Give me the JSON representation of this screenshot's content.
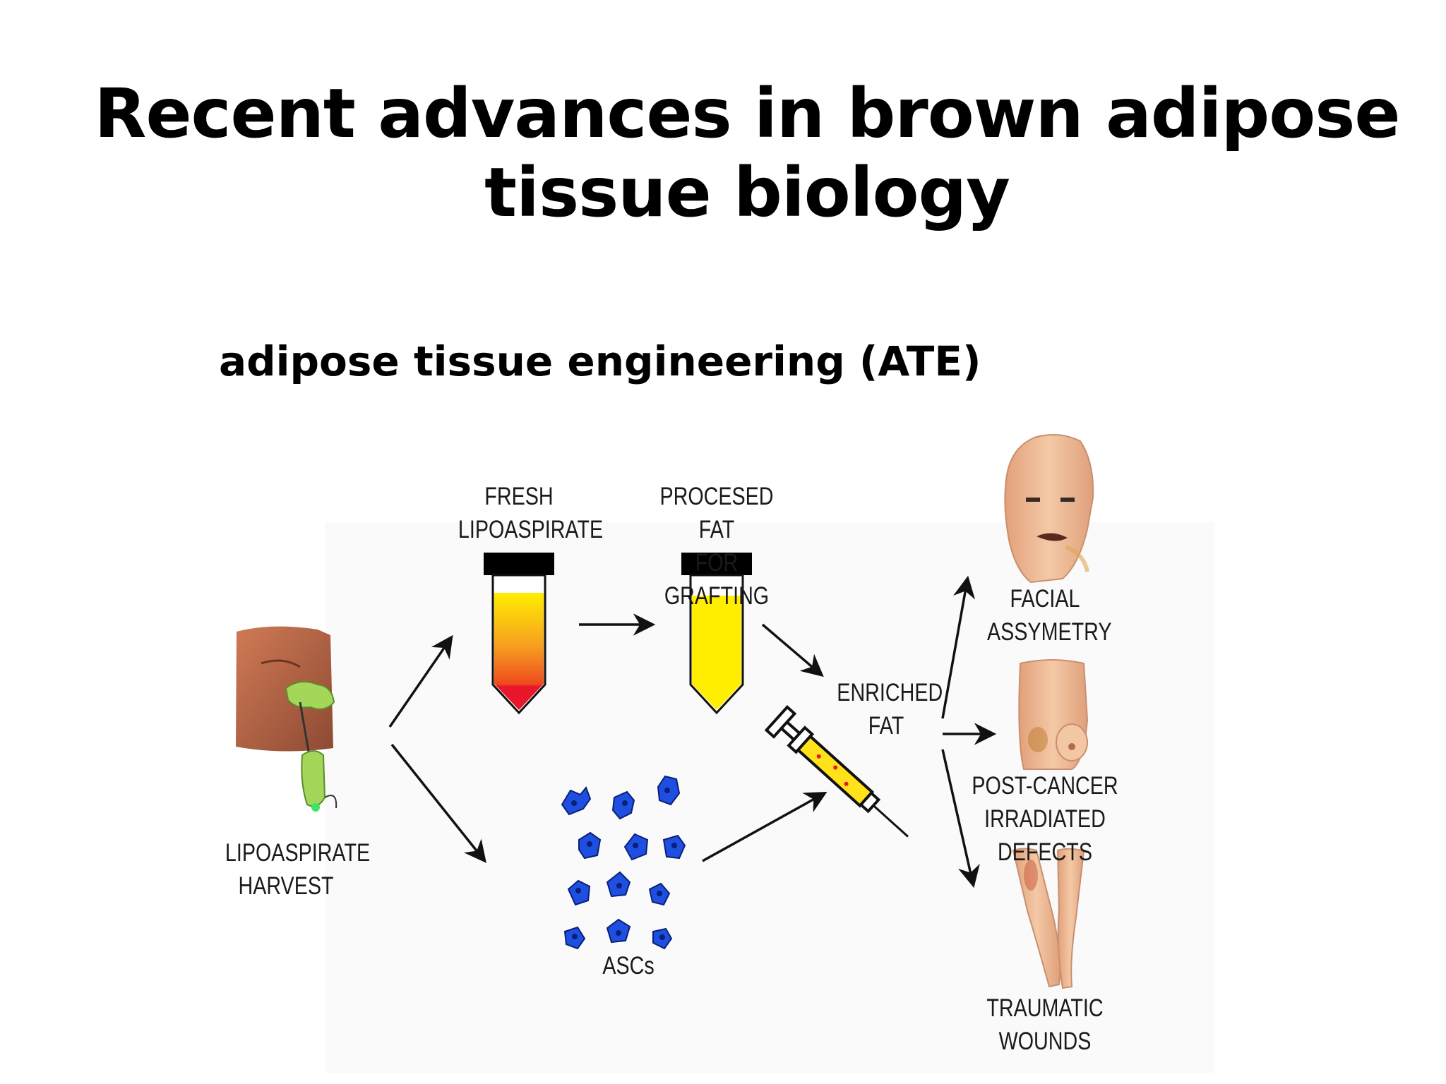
{
  "slide": {
    "title": "Recent advances in brown adipose tissue biology",
    "subtitle": "adipose tissue engineering (ATE)"
  },
  "diagram": {
    "labels": {
      "lipoaspirate_harvest": "LIPOASPIRATE\nHARVEST",
      "fresh_lipoaspirate": "FRESH\nLIPOASPIRATE",
      "procesed_fat": "PROCESED FAT\nFOR GRAFTING",
      "enriched_fat": "ENRICHED\nFAT",
      "ascs": "ASCs",
      "facial_assymetry": "FACIAL\nASSYMETRY",
      "post_cancer": "POST-CANCER\nIRRADIATED DEFECTS",
      "traumatic_wounds": "TRAUMATIC WOUNDS"
    },
    "colors": {
      "tube_cap": "#000000",
      "fat_yellow": "#ffee00",
      "fat_orange": "#f7a020",
      "blood_red": "#e8162a",
      "cell_blue": "#1f4fe0",
      "cell_nucleus": "#0a1f77",
      "skin": "#f2c19a",
      "arrow": "#111111"
    }
  }
}
